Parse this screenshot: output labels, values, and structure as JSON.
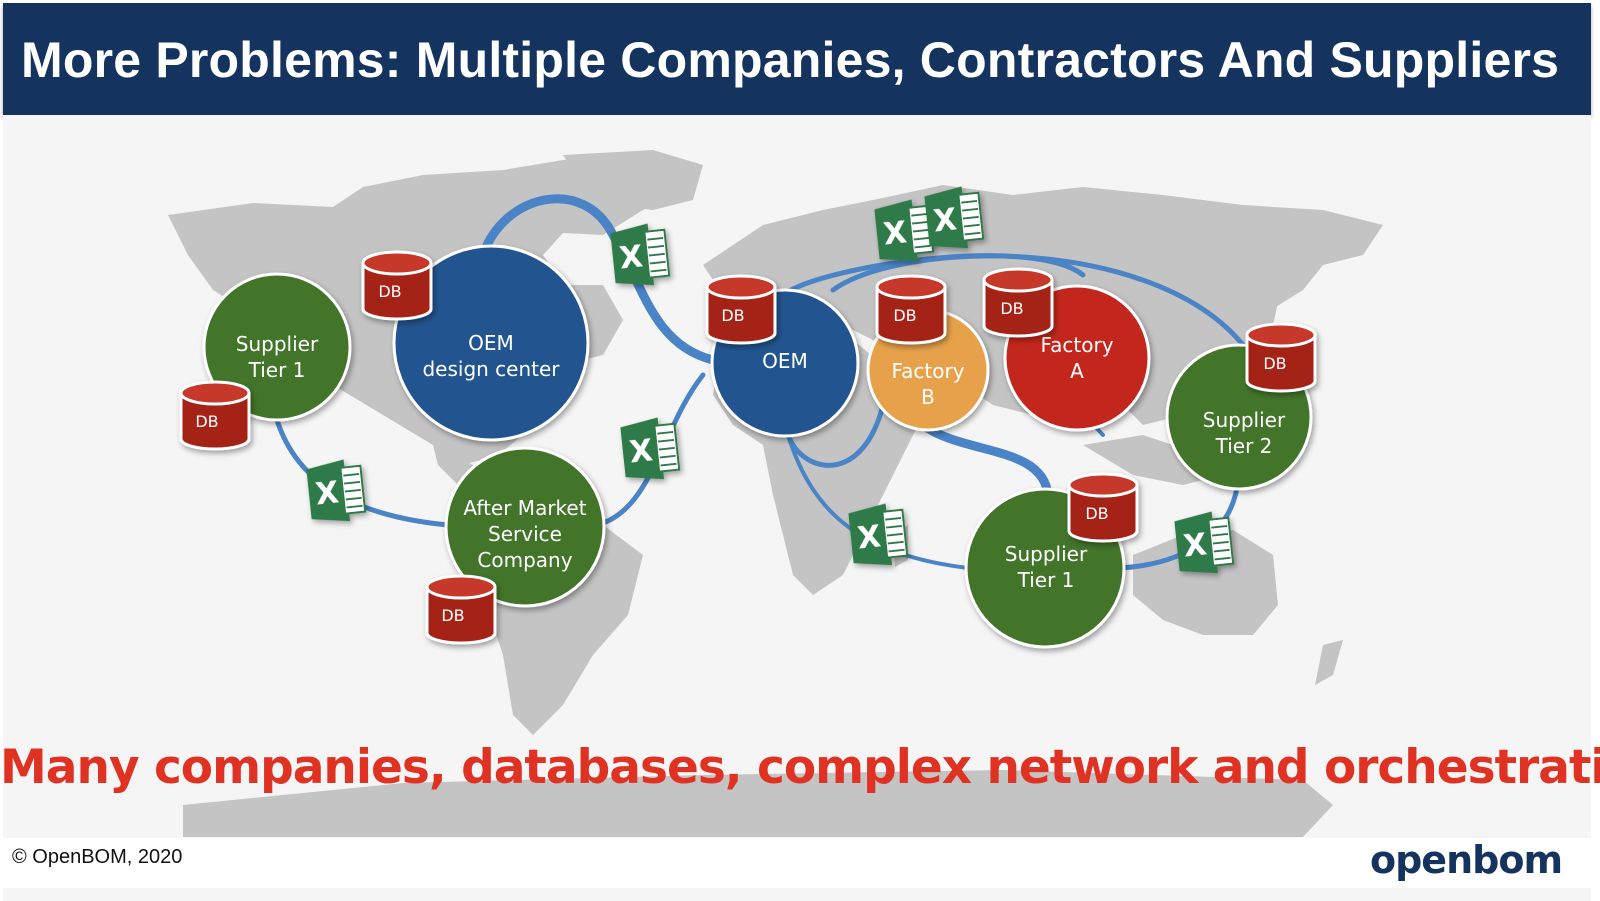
{
  "title": "More Problems: Multiple Companies, Contractors And Suppliers",
  "tagline": "Many companies, databases, complex network and orchestration",
  "copyright": "© OpenBOM, 2020",
  "logo": "openbom",
  "colors": {
    "header_bg": "#14345f",
    "oem_blue": "#23548f",
    "supplier_green": "#437429",
    "factory_b_orange": "#e7a14b",
    "factory_a_red": "#c3261e",
    "db_red": "#a52016",
    "link_blue": "#4a83c6",
    "map_gray": "#c4c4c4",
    "excel_green": "#2f7a4a",
    "tagline_red": "#e03223"
  },
  "nodes": {
    "supplier_tier1_west": [
      "Supplier",
      "Tier 1"
    ],
    "oem_design_center": [
      "OEM",
      "design center"
    ],
    "after_market": [
      "After Market",
      "Service",
      "Company"
    ],
    "oem": [
      "OEM"
    ],
    "factory_b": [
      "Factory",
      "B"
    ],
    "factory_a": [
      "Factory",
      "A"
    ],
    "supplier_tier2": [
      "Supplier",
      "Tier 2"
    ],
    "supplier_tier1_east": [
      "Supplier",
      "Tier 1"
    ]
  },
  "db_label": "DB",
  "excel_label": "X",
  "icons": [
    "database-icon",
    "excel-file-icon"
  ]
}
